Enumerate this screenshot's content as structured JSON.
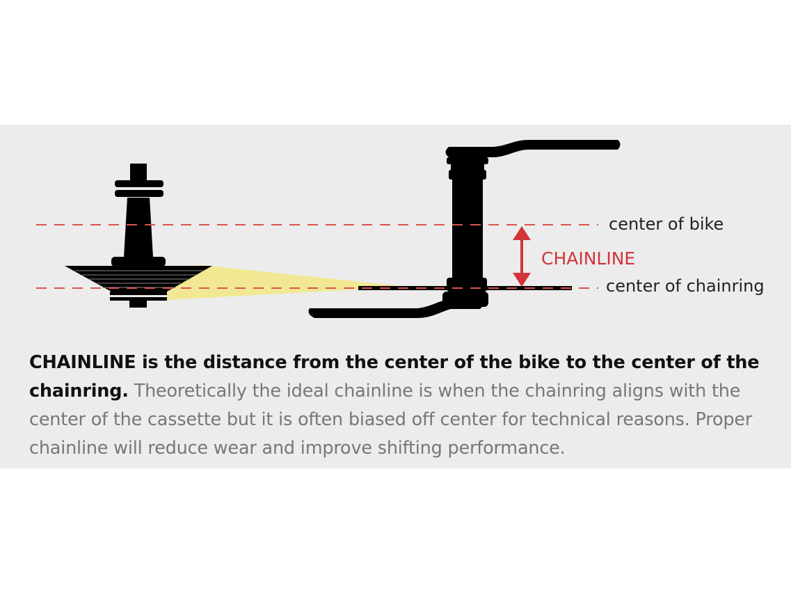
{
  "diagram": {
    "label_center_bike": "center of bike",
    "label_chainline": "CHAINLINE",
    "label_center_chainring": "center of chainring"
  },
  "caption": {
    "bold": "CHAINLINE is the distance from the center of the bike to the center of the chainring.",
    "text": " Theoretically the ideal chainline is when the chainring aligns with the center of the cassette but it is often biased off center for technical reasons. Proper chainline will reduce wear and improve shifting performance."
  },
  "colors": {
    "panel": "#ececec",
    "dashed_line": "#d9534f",
    "accent": "#d2343a",
    "beam": "#f3e88a",
    "ink": "#000000"
  }
}
